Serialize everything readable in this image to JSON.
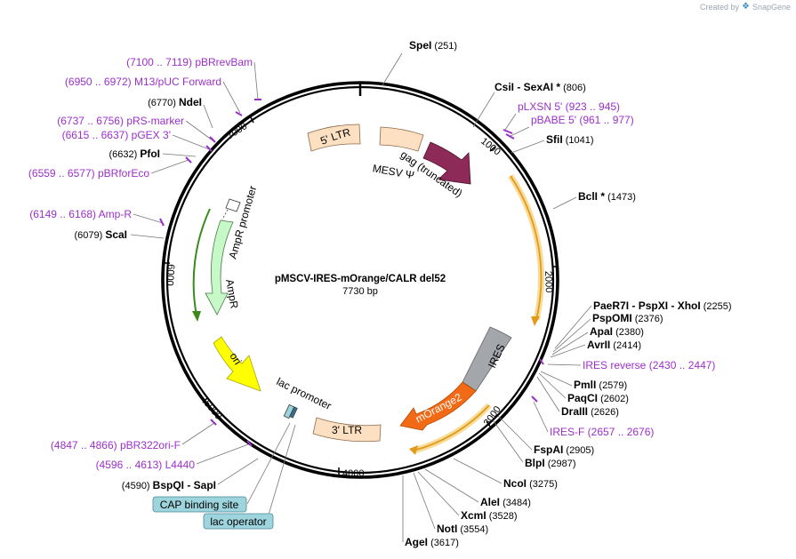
{
  "branding": {
    "created_by": "Created by",
    "product": "SnapGene"
  },
  "plasmid": {
    "name": "pMSCV-IRES-mOrange/CALR del52",
    "length": "7730 bp"
  },
  "ticks": [
    "1000",
    "2000",
    "3000",
    "4000",
    "5000",
    "6000",
    "7000"
  ],
  "features": [
    {
      "label": "5' LTR",
      "color": "#fde0c2"
    },
    {
      "label": "gag (truncated)",
      "color": "#8e2a58"
    },
    {
      "label": "MESV Ψ",
      "color": "#fde0c2"
    },
    {
      "label": "IRES",
      "color": "#a3a6aa"
    },
    {
      "label": "mOrange2",
      "color": "#f26a16"
    },
    {
      "label": "3' LTR",
      "color": "#fde0c2"
    },
    {
      "label": "ori",
      "color": "#ffff00"
    },
    {
      "label": "AmpR",
      "color": "#c7f8c8"
    },
    {
      "label": "AmpR promoter",
      "color": "#ffffff"
    },
    {
      "label": "lac promoter",
      "color": "#ffffff"
    }
  ],
  "sites": [
    {
      "name": "SpeI",
      "pos": "(251)"
    },
    {
      "name": "CsiI  -  SexAI *",
      "pos": "(806)"
    },
    {
      "name": "SfiI",
      "pos": "(1041)"
    },
    {
      "name": "BclI *",
      "pos": "(1473)"
    },
    {
      "name": "PaeR7I  -  PspXI  -  XhoI",
      "pos": "(2255)"
    },
    {
      "name": "PspOMI",
      "pos": "(2376)"
    },
    {
      "name": "ApaI",
      "pos": "(2380)"
    },
    {
      "name": "AvrII",
      "pos": "(2414)"
    },
    {
      "name": "PmlI",
      "pos": "(2579)"
    },
    {
      "name": "PaqCI",
      "pos": "(2602)"
    },
    {
      "name": "DraIII",
      "pos": "(2626)"
    },
    {
      "name": "FspAI",
      "pos": "(2905)"
    },
    {
      "name": "BlpI",
      "pos": "(2987)"
    },
    {
      "name": "NcoI",
      "pos": "(3275)"
    },
    {
      "name": "AleI",
      "pos": "(3484)"
    },
    {
      "name": "XcmI",
      "pos": "(3528)"
    },
    {
      "name": "NotI",
      "pos": "(3554)"
    },
    {
      "name": "AgeI",
      "pos": "(3617)"
    },
    {
      "name": "BspQI  -  SapI",
      "pos": "(4590)"
    },
    {
      "name": "ScaI",
      "pos": "(6079)"
    },
    {
      "name": "PfoI",
      "pos": "(6632)"
    },
    {
      "name": "NdeI",
      "pos": "(6770)"
    }
  ],
  "primers": [
    {
      "name": "pLXSN 5'",
      "range": "(923 .. 945)"
    },
    {
      "name": "pBABE 5'",
      "range": "(961 .. 977)"
    },
    {
      "name": "IRES reverse",
      "range": "(2430 .. 2447)"
    },
    {
      "name": "IRES-F",
      "range": "(2657 .. 2676)"
    },
    {
      "name": "L4440",
      "range": "(4596 .. 4613)"
    },
    {
      "name": "pBR322ori-F",
      "range": "(4847 .. 4866)"
    },
    {
      "name": "Amp-R",
      "range": "(6149 .. 6168)"
    },
    {
      "name": "pBRforEco",
      "range": "(6559 .. 6577)"
    },
    {
      "name": "pGEX 3'",
      "range": "(6615 .. 6637)"
    },
    {
      "name": "pRS-marker",
      "range": "(6737 .. 6756)"
    },
    {
      "name": "M13/pUC Forward",
      "range": "(6950 .. 6972)"
    },
    {
      "name": "pBRrevBam",
      "range": "(7100 .. 7119)"
    }
  ],
  "boxed_labels": [
    {
      "label": "CAP binding site",
      "color": "#9ed4dd"
    },
    {
      "label": "lac operator",
      "color": "#9ed4dd"
    }
  ]
}
